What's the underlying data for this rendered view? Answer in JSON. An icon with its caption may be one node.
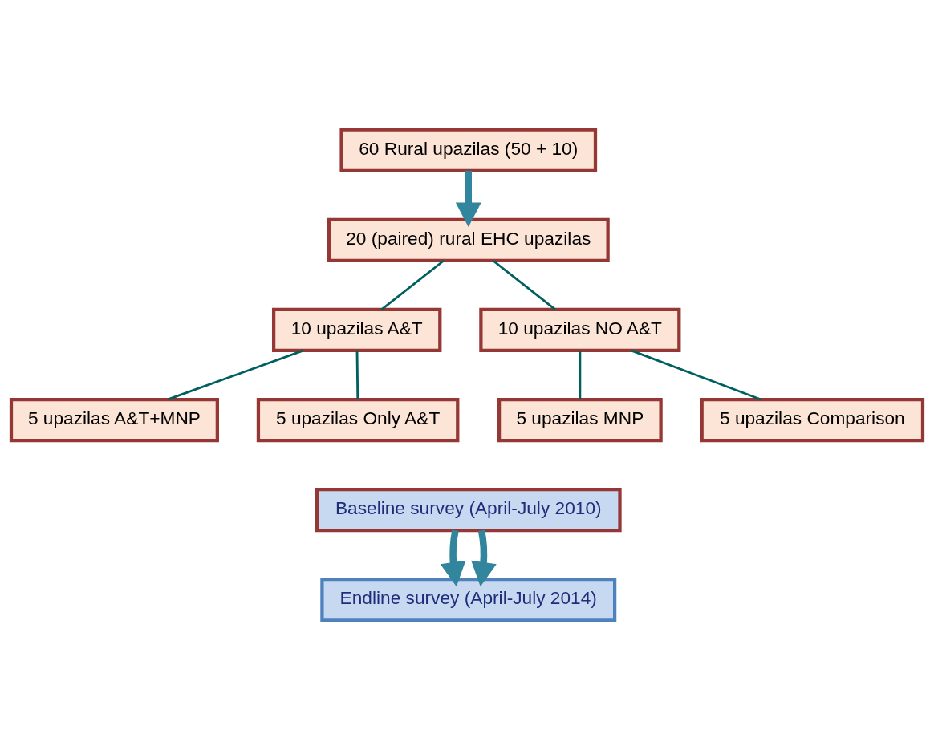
{
  "diagram": {
    "nodes": [
      {
        "text": [
          "60 Rural upazilas (50 + 10)"
        ]
      },
      {
        "text": [
          "20 (paired) rural EHC upazilas"
        ]
      },
      {
        "text": [
          "10 upazilas A&T"
        ]
      },
      {
        "text": [
          "10 upazilas NO A&T"
        ]
      },
      {
        "text": [
          "5 upazilas A&T+MNP"
        ]
      },
      {
        "text": [
          "5 upazilas Only A&T"
        ]
      },
      {
        "text": [
          "5 upazilas MNP"
        ]
      },
      {
        "text": [
          "5 upazilas Comparison"
        ]
      },
      {
        "text": [
          "Baseline survey (April-July 2010)"
        ]
      },
      {
        "text": [
          "Endline survey (April-July 2014)"
        ]
      }
    ],
    "edges": [
      {
        "from": 0,
        "to": 1,
        "arrow": "to",
        "style": "thick"
      },
      {
        "from": 1,
        "to": 2,
        "arrow": "none"
      },
      {
        "from": 1,
        "to": 3,
        "arrow": "none"
      },
      {
        "from": 2,
        "to": 4,
        "arrow": "none"
      },
      {
        "from": 2,
        "to": 5,
        "arrow": "none"
      },
      {
        "from": 3,
        "to": 6,
        "arrow": "none"
      },
      {
        "from": 3,
        "to": 7,
        "arrow": "none"
      },
      {
        "from": 8,
        "to": 9,
        "arrow": "to",
        "style": "thick"
      },
      {
        "from": 8,
        "to": 9,
        "arrow": "to",
        "style": "thick"
      }
    ]
  }
}
